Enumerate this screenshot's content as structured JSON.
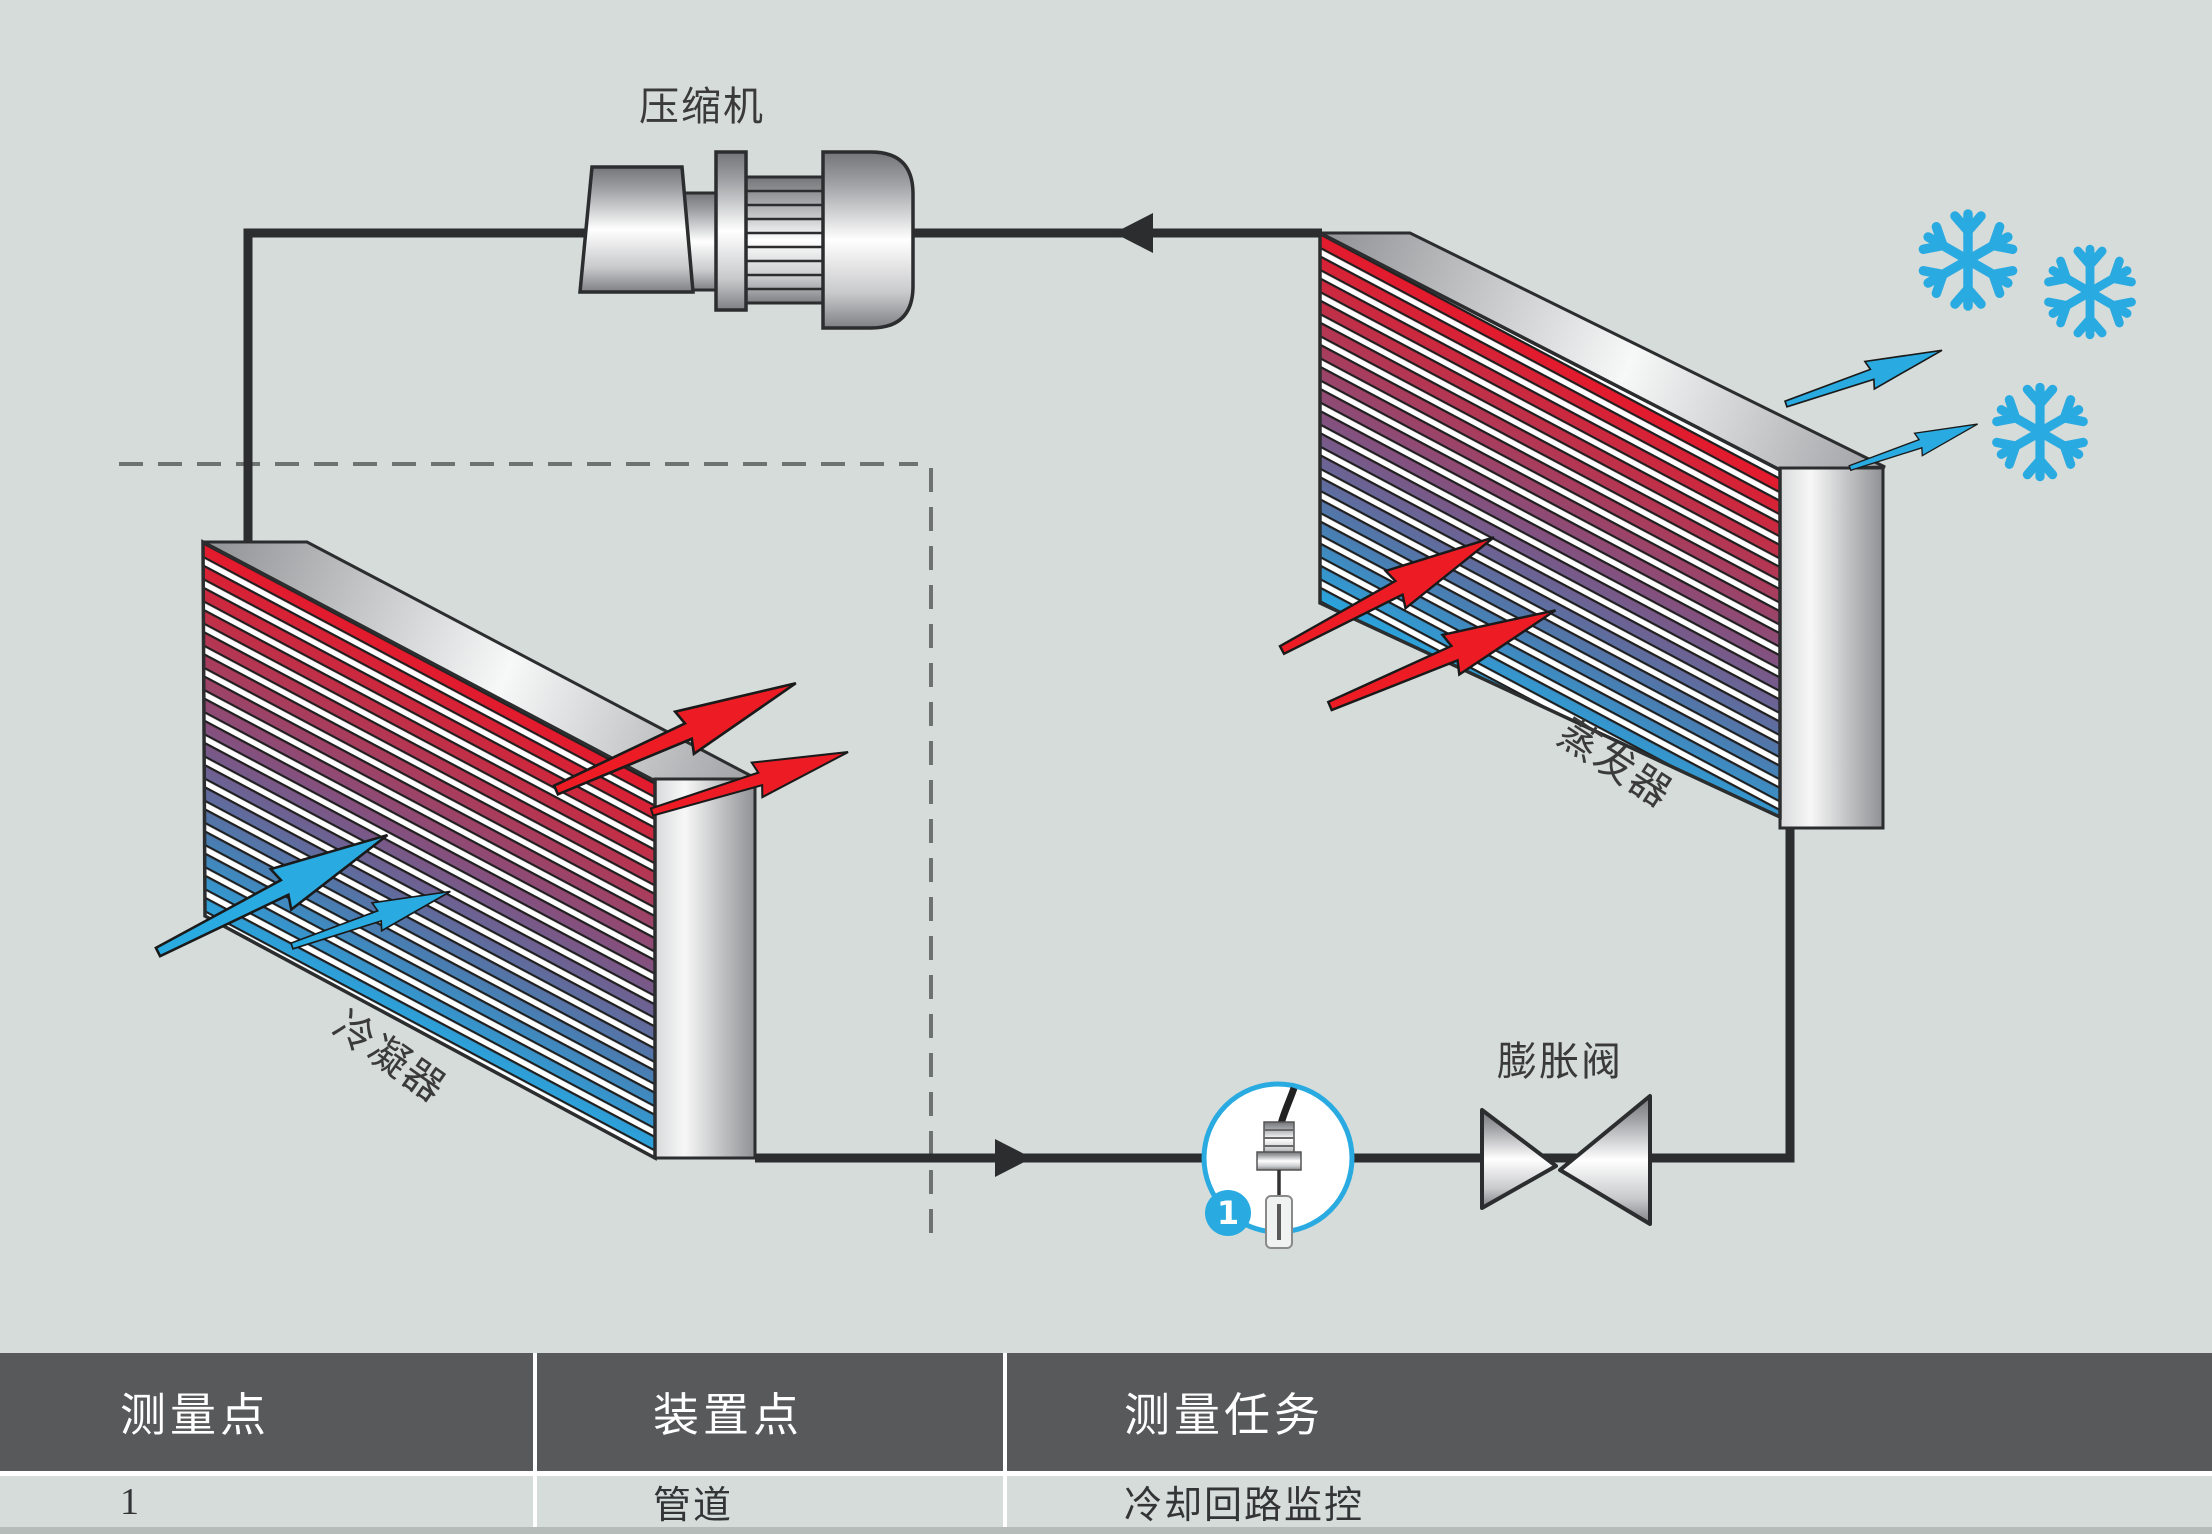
{
  "diagram": {
    "labels": {
      "compressor": "压缩机",
      "evaporator": "蒸发器",
      "condenser": "冷凝器",
      "expansion_valve": "膨胀阀"
    },
    "badge": "1",
    "colors": {
      "accent_blue": "#29abe2",
      "hot_red": "#e6192b",
      "cold_blue": "#2aa3dc",
      "pipe": "#2b2d2e",
      "table_header_bg": "#58595b",
      "background": "#d6dcda"
    }
  },
  "table": {
    "headers": [
      "测量点",
      "装置点",
      "测量任务"
    ],
    "rows": [
      [
        "1",
        "管道",
        "冷却回路监控"
      ]
    ]
  }
}
